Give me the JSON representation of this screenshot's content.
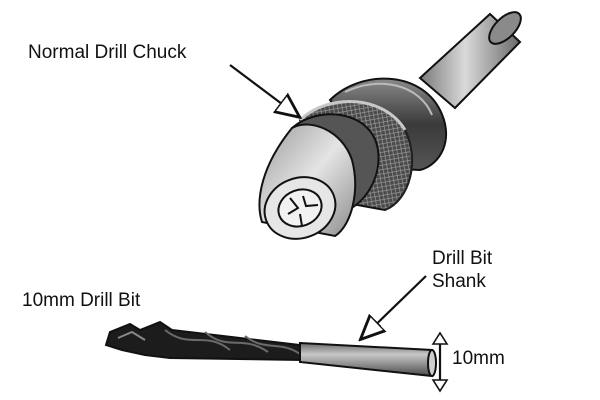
{
  "labels": {
    "chuck": "Normal Drill Chuck",
    "drill_bit": "10mm Drill Bit",
    "shank_line1": "Drill Bit",
    "shank_line2": "Shank",
    "diameter": "10mm"
  },
  "colors": {
    "outline": "#111111",
    "metal_light": "#e9e9e9",
    "metal_mid": "#b5b5b5",
    "metal_dark": "#5e5e5e",
    "collar_dark": "#3d3d3d",
    "bit_black": "#1c1c1c"
  },
  "icons": [
    "pointer-arrow-icon",
    "double-headed-arrow-icon"
  ]
}
